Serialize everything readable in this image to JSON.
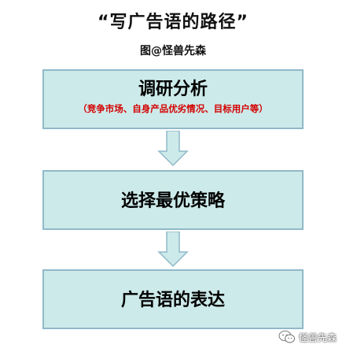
{
  "header": {
    "title": "“写广告语的路径”",
    "credit": "图@怪兽先森"
  },
  "steps": [
    {
      "title": "调研分析",
      "note": "（竞争市场、自身产品优劣情况、目标用户等）"
    },
    {
      "title": "选择最优策略"
    },
    {
      "title": "广告语的表达"
    }
  ],
  "watermark": {
    "text": "怪兽先森",
    "icon": "wechat-logo-icon"
  },
  "colors": {
    "box_fill": "#cdeaea",
    "box_border": "#8fb9c9",
    "note_text": "#d40000",
    "arrow_fill": "#cdeaea"
  }
}
